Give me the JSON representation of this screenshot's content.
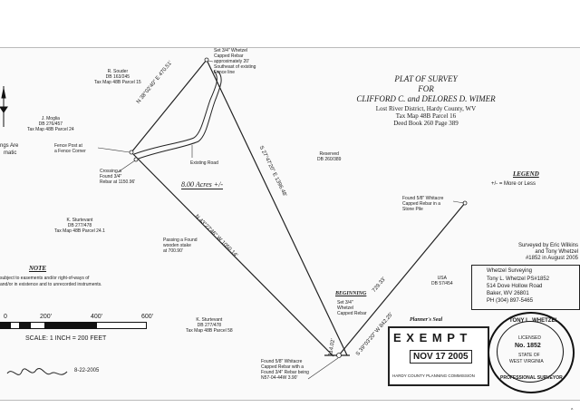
{
  "plat": {
    "title_lines": [
      "PLAT OF SURVEY",
      "FOR",
      "CLIFFORD C. and DELORES D. WIMER"
    ],
    "sub_lines": [
      "Lost River District, Hardy County, WV",
      "Tax Map 48B    Parcel 16",
      "Deed Book 260    Page 389"
    ]
  },
  "legend": {
    "title": "LEGEND",
    "entry": "+/- = More or Less"
  },
  "acreage": "8.00  Acres  +/-",
  "corner_set": [
    "Set 3/4\" Whetzel",
    "Capped Rebar",
    "approximately 20'",
    "Southeast of existing",
    "Fence line"
  ],
  "neighbors": {
    "souder": [
      "R. Souder",
      "DB 163/245",
      "Tax Map 48B    Parcel 15"
    ],
    "moglia": [
      "J. Moglia",
      "DB 276/457",
      "Tax Map 48B    Parcel 24"
    ],
    "sturtevant1": [
      "K. Sturtevant",
      "DB 277/478",
      "Tax Map 48B    Parcel 24.1"
    ],
    "sturtevant2": [
      "K. Sturtevant",
      "DB 277/478",
      "Tax Map 48B    Parcel 58"
    ],
    "reserved": [
      "Reserved",
      "DB 260/389"
    ],
    "usa": [
      "USA",
      "DB 57/454"
    ]
  },
  "notes": {
    "fence_post": [
      "Fence Post at",
      "a Fence Corner"
    ],
    "crossing": [
      "Crossing a",
      "Found 3/4\"",
      "Rebar at 1150.96'"
    ],
    "existing_road": "Existing Road",
    "passing": [
      "Passing a Found",
      "wooden stake",
      "at 700.90'"
    ],
    "found_whitacre": [
      "Found 5/8\" Whitacre",
      "Capped Rebar in a",
      "Stone Pile"
    ],
    "beginning": "BEGINNING",
    "beginning_sub": [
      "Set 3/4\"",
      "Whetzel",
      "Capped Rebar"
    ],
    "found_bottom": [
      "Found 5/8\" Whitacre",
      "Capped Rebar with a",
      "Found 3/4\" Rebar being",
      "N57-04-44W  3.90'"
    ],
    "edge_left": [
      "ngs Are",
      "matic"
    ]
  },
  "bearings": {
    "b1": "N 38°02'40\" E   470.51'",
    "b2": "S 27°47'20\" E   1396.48'",
    "b3": "N 43°27'46\" W   1050.14'",
    "b4": "729.33'",
    "b5": "S 39°03'20\" W   842.25'",
    "b6": "114.02'"
  },
  "note_block": {
    "title": "NOTE",
    "lines": [
      "subject to easements and/or right-of-ways of",
      "and/or in existence and to unrecorded instruments."
    ]
  },
  "scale": {
    "ticks": [
      "0",
      "200'",
      "400'",
      "600'"
    ],
    "text": "SCALE:  1 INCH = 200 FEET"
  },
  "surveyor_info": [
    "Surveyed by Eric Wilkins",
    "and Tony Whetzel",
    "#1852 in August 2005"
  ],
  "company": [
    "Whetzel Surveying",
    "Tony L. Whetzel  PS#1852",
    "514 Dove Hollow Road",
    "Baker, WV  26801",
    "PH  (304) 897-5465"
  ],
  "planner": {
    "label": "Planner's Seal",
    "stamp_letters": "E X E M P T",
    "date": "NOV 17 2005",
    "commission": "HARDY COUNTY PLANNING COMMISSION"
  },
  "seal": {
    "name": "TONY L. WHETZEL",
    "line2": "LICENSED",
    "number": "No. 1852",
    "state": "STATE OF",
    "state2": "WEST VIRGINIA",
    "bottom": "PROFESSIONAL SURVEYOR"
  },
  "signature": {
    "date": "8-22-2005"
  },
  "footer_mark": "^"
}
